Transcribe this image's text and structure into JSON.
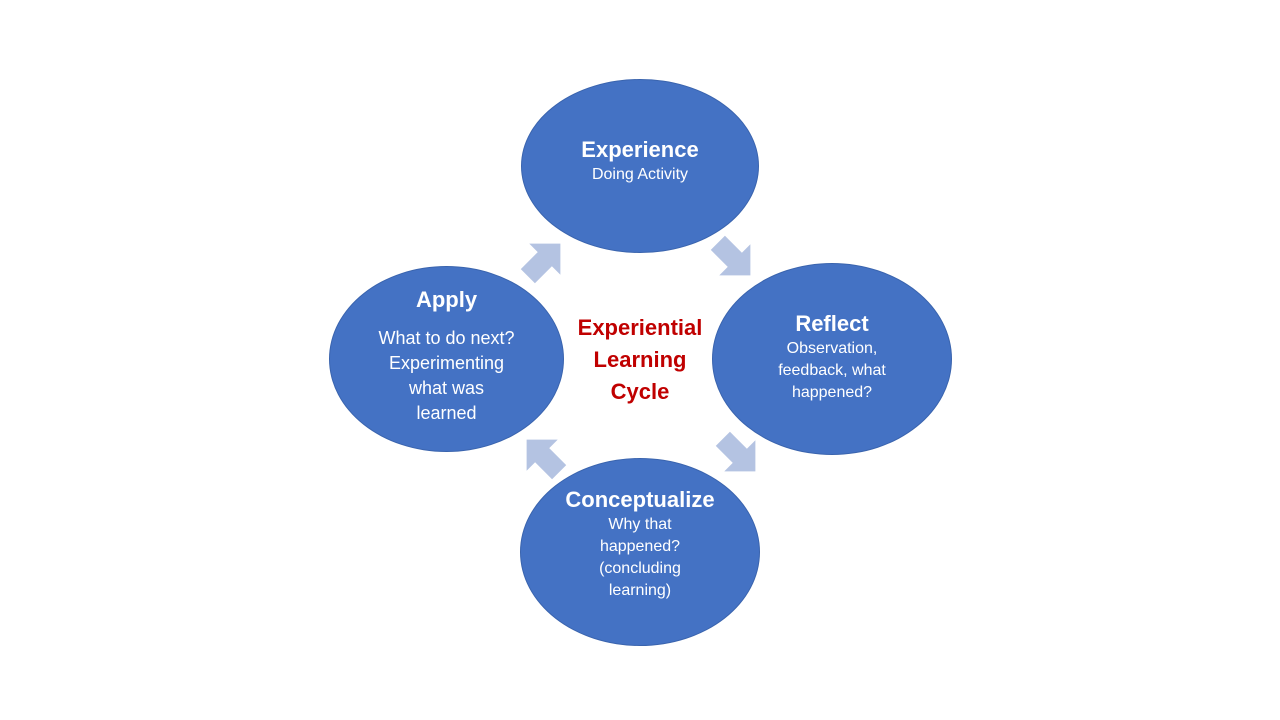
{
  "diagram": {
    "center_label": "Experiential\nLearning\nCycle",
    "stages": [
      {
        "id": "experience",
        "title": "Experience",
        "text": "Doing Activity"
      },
      {
        "id": "reflect",
        "title": "Reflect",
        "text": "Observation,\nfeedback, what\nhappened?"
      },
      {
        "id": "conceptualize",
        "title": "Conceptualize",
        "text": "Why that\nhappened?\n(concluding\nlearning)"
      },
      {
        "id": "apply",
        "title": "Apply",
        "text": "What to do next?\nExperimenting\nwhat was\nlearned"
      }
    ],
    "colors": {
      "node_fill": "#4472c4",
      "arrow_fill": "#b4c3e2",
      "center_text": "#c00000",
      "node_text": "#ffffff"
    }
  }
}
